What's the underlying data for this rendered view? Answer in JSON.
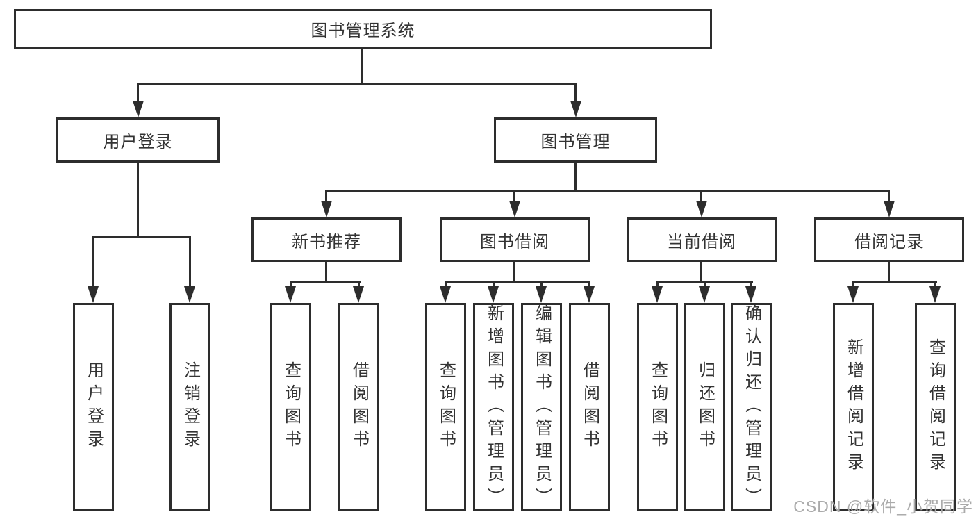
{
  "tree": {
    "root": {
      "label": "图书管理系统"
    },
    "level1": [
      {
        "label": "用户登录",
        "children": [
          "用户登录",
          "注销登录"
        ]
      },
      {
        "label": "图书管理"
      }
    ],
    "level2": [
      {
        "label": "新书推荐",
        "children": [
          "查询图书",
          "借阅图书"
        ]
      },
      {
        "label": "图书借阅",
        "children": [
          "查询图书",
          "新增图书（管理员）",
          "编辑图书（管理员）",
          "借阅图书"
        ]
      },
      {
        "label": "当前借阅",
        "children": [
          "查询图书",
          "归还图书",
          "确认归还（管理员）"
        ]
      },
      {
        "label": "借阅记录",
        "children": [
          "新增借阅记录",
          "查询借阅记录"
        ]
      }
    ]
  },
  "watermark": {
    "text": "CSDN @软件_小贺同学"
  },
  "colors": {
    "line": "#2d2d2d",
    "box_border": "#2d2d2d",
    "box_background": "#ffffff",
    "text": "#333333",
    "watermark": "#aaaaaa"
  }
}
